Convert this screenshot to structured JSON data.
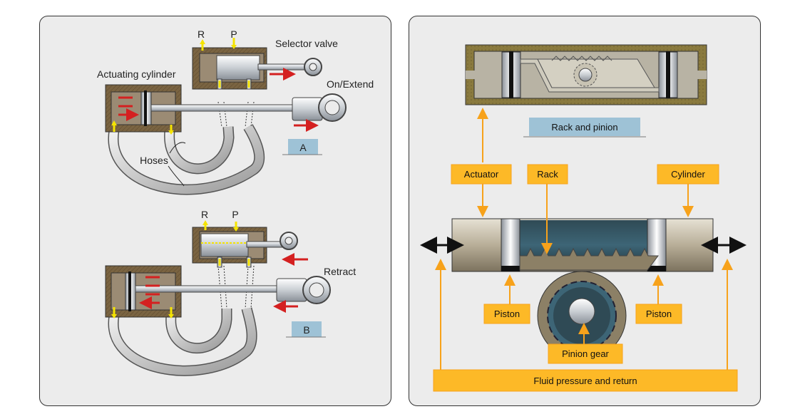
{
  "left_panel": {
    "label_r_top": "R",
    "label_p_top": "P",
    "label_selector_valve": "Selector valve",
    "label_actuating_cylinder": "Actuating cylinder",
    "label_on_extend": "On/Extend",
    "label_hoses": "Hoses",
    "badge_a": "A",
    "label_r_bottom": "R",
    "label_p_bottom": "P",
    "label_retract": "Retract",
    "badge_b": "B"
  },
  "right_panel": {
    "label_rack_and_pinion": "Rack and pinion",
    "label_actuator": "Actuator",
    "label_rack": "Rack",
    "label_cylinder": "Cylinder",
    "label_piston_left": "Piston",
    "label_piston_right": "Piston",
    "label_pinion_gear": "Pinion gear",
    "label_fluid": "Fluid pressure and return"
  },
  "colors": {
    "panel_bg": "#ececec",
    "cylinder_brown": "#7a6442",
    "callout_orange": "#f7a21b",
    "callout_fill": "#fdb927",
    "arrow_red": "#d42020",
    "arrow_yellow": "#f5e400",
    "badge_blue": "#9ec2d6"
  }
}
